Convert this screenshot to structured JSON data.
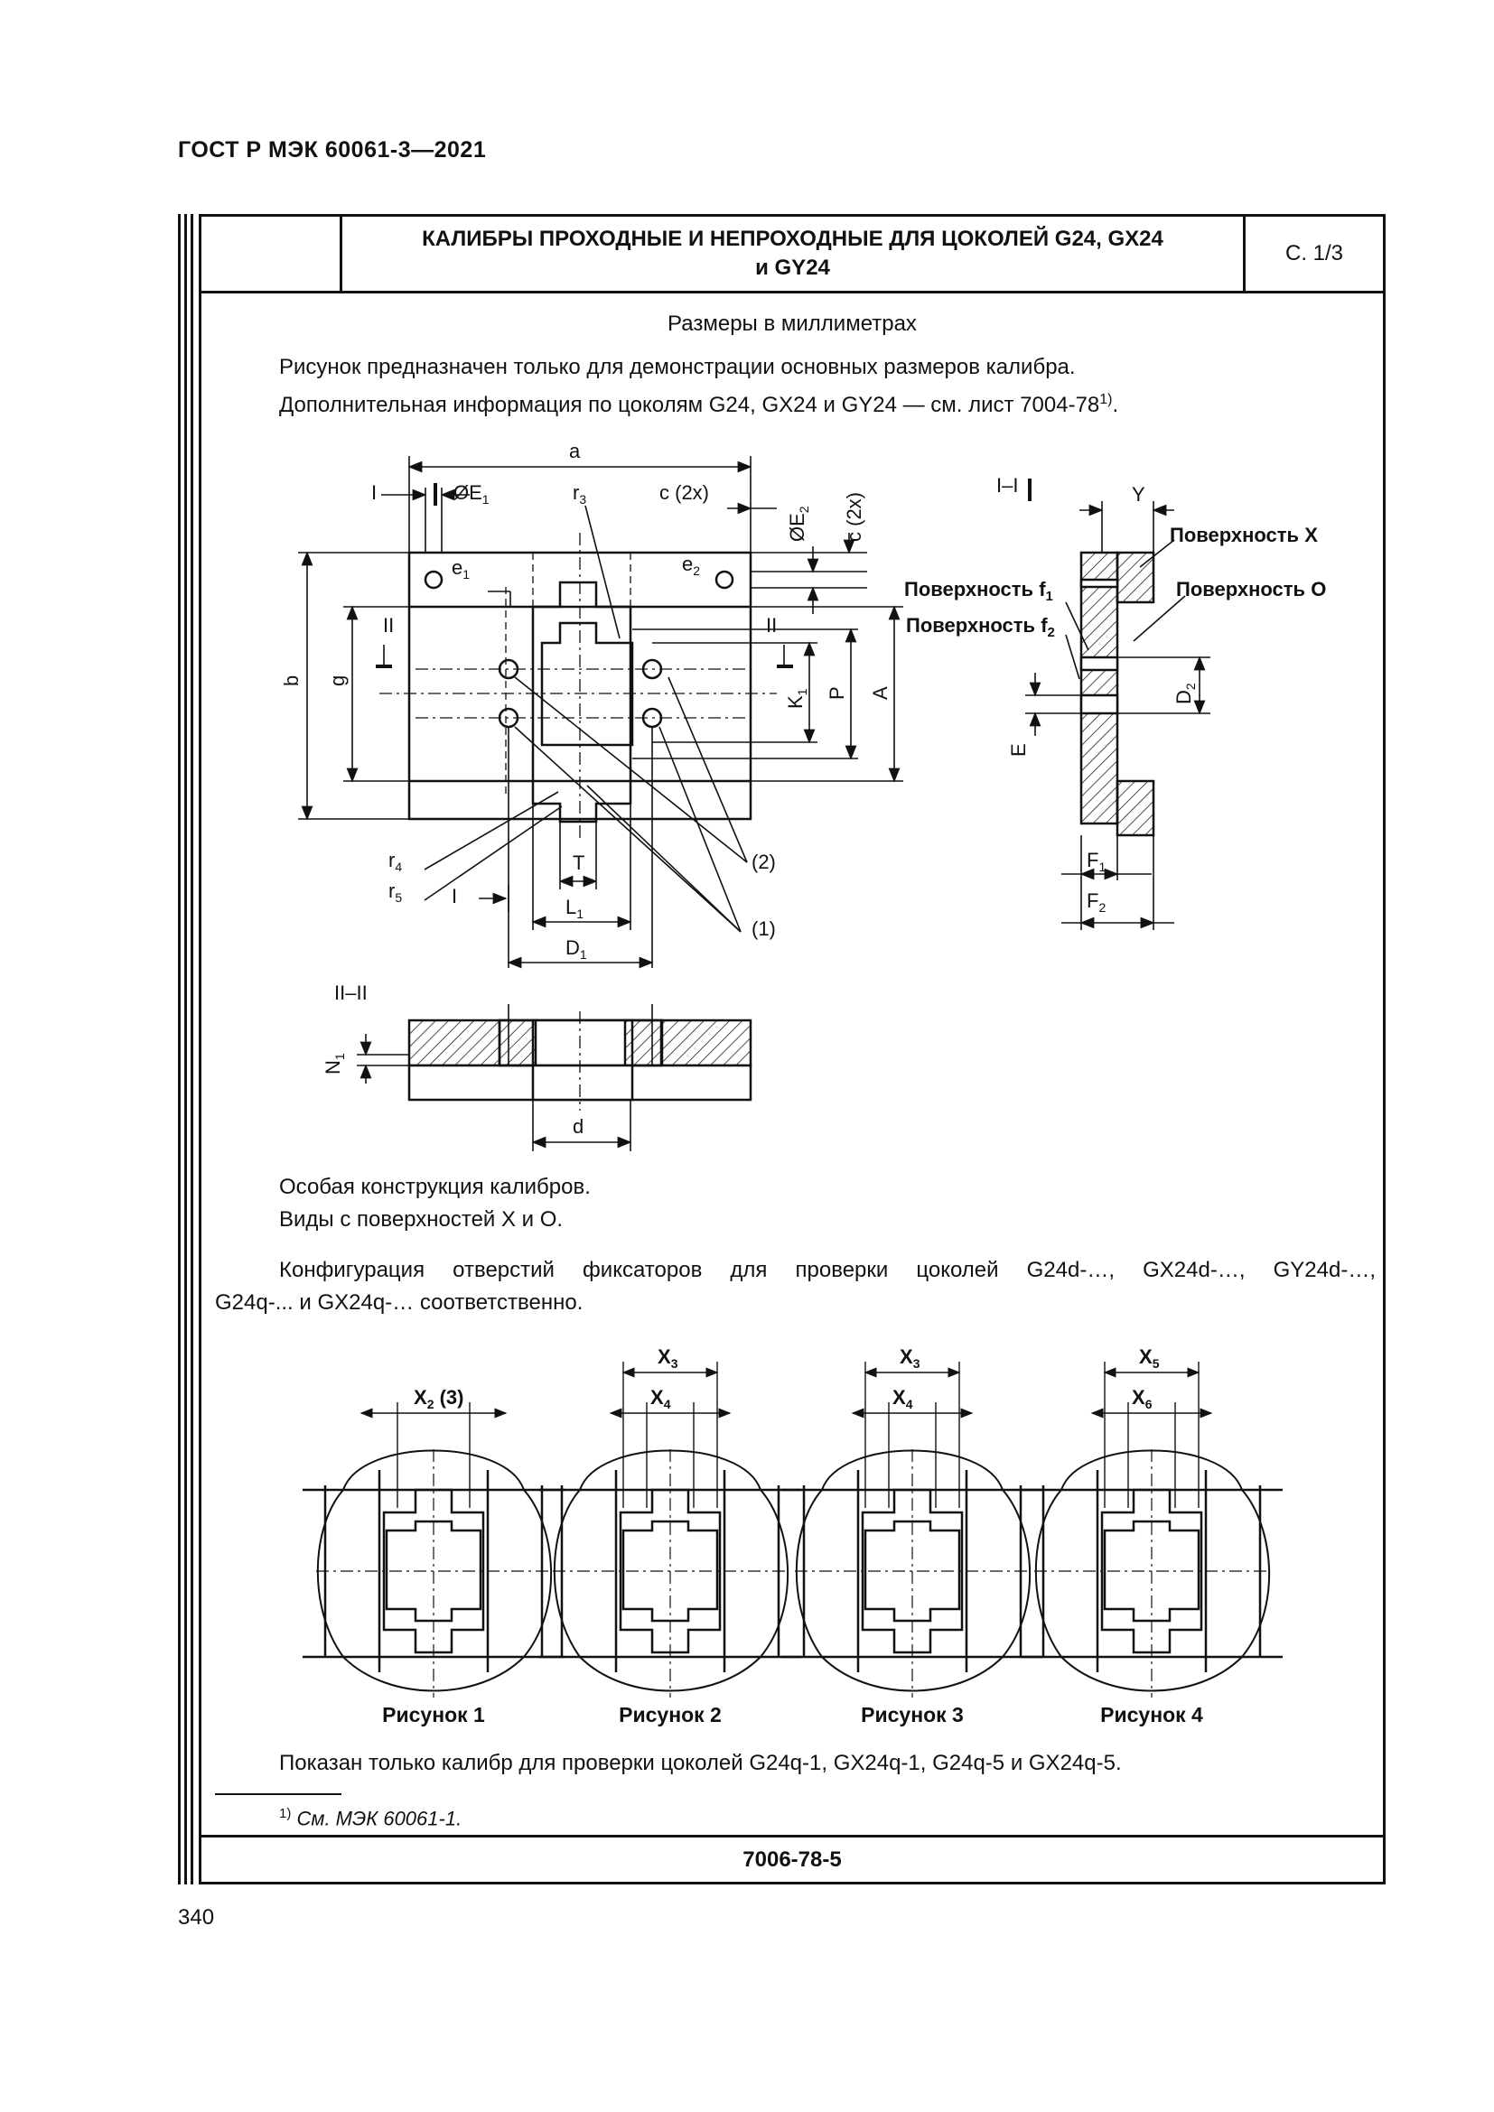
{
  "header": {
    "standard": "ГОСТ Р МЭК 60061-3—2021"
  },
  "title_block": {
    "title_line1": "КАЛИБРЫ ПРОХОДНЫЕ И НЕПРОХОДНЫЕ ДЛЯ ЦОКОЛЕЙ G24, GX24",
    "title_line2": "и GY24",
    "sheet": "С. 1/3"
  },
  "content": {
    "units_note": "Размеры в миллиметрах",
    "intro_line1": "Рисунок предназначен только для демонстрации основных размеров калибра.",
    "intro_line2": "Дополнительная информация по цоколям G24, GX24 и GY24 — см. лист 7004-78",
    "intro_sup": "1)",
    "intro_end": ".",
    "special_line1": "Особая конструкция калибров.",
    "special_line2": "Виды с поверхностей Х и О.",
    "config_line1": "Конфигурация отверстий фиксаторов для проверки цоколей G24d-…, GX24d-…, GY24d-…,",
    "config_line2": "G24q-... и GX24q-… соответственно.",
    "shown_note": "Показан только калибр для проверки цоколей G24q-1, GX24q-1, G24q-5 и GX24q-5.",
    "footnote_sup": "1)",
    "footnote_text": "См. МЭК 60061-1."
  },
  "drawing_labels": {
    "a": "a",
    "E1": "ØE",
    "E1sub": "1",
    "r3": "r",
    "r3sub": "3",
    "c2x": "c (2x)",
    "E2": "ØE",
    "E2sub": "2",
    "c2x_v": "c (2x)",
    "I": "I",
    "e1": "e",
    "e1sub": "1",
    "e2": "e",
    "e2sub": "2",
    "II": "II",
    "b": "b",
    "g": "g",
    "K1": "K",
    "K1sub": "1",
    "P": "P",
    "A": "A",
    "r4": "r",
    "r4sub": "4",
    "r5": "r",
    "r5sub": "5",
    "T": "T",
    "L1": "L",
    "L1sub": "1",
    "D1": "D",
    "D1sub": "1",
    "n2": "(2)",
    "n1": "(1)",
    "section_I": "I–I",
    "Y": "Y",
    "surf_X": "Поверхность X",
    "surf_f1": "Поверхность f",
    "surf_f1sub": "1",
    "surf_O": "Поверхность O",
    "surf_f2": "Поверхность f",
    "surf_f2sub": "2",
    "D2": "D",
    "D2sub": "2",
    "E": "E",
    "F1": "F",
    "F1sub": "1",
    "F2": "F",
    "F2sub": "2",
    "section_II": "II–II",
    "N1": "N",
    "N1sub": "1",
    "d": "d"
  },
  "figures": [
    {
      "caption": "Рисунок 1",
      "dim_top": "",
      "dim_top_sub": "",
      "dim_bottom": "X",
      "dim_bottom_sub": "2",
      "dim_bottom_extra": " (3)"
    },
    {
      "caption": "Рисунок 2",
      "dim_top": "X",
      "dim_top_sub": "3",
      "dim_bottom": "X",
      "dim_bottom_sub": "4",
      "dim_bottom_extra": ""
    },
    {
      "caption": "Рисунок 3",
      "dim_top": "X",
      "dim_top_sub": "3",
      "dim_bottom": "X",
      "dim_bottom_sub": "4",
      "dim_bottom_extra": ""
    },
    {
      "caption": "Рисунок 4",
      "dim_top": "X",
      "dim_top_sub": "5",
      "dim_bottom": "X",
      "dim_bottom_sub": "6",
      "dim_bottom_extra": ""
    }
  ],
  "footer": {
    "code": "7006-78-5"
  },
  "page_number": "340"
}
